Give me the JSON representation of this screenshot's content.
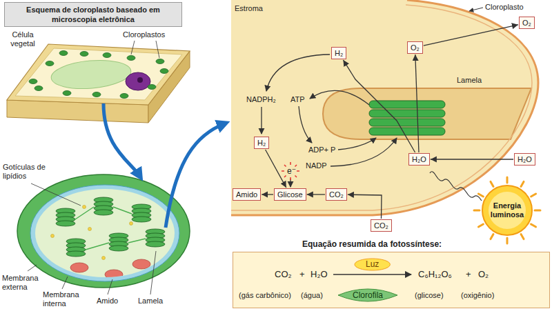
{
  "diagram": {
    "nodes": [
      {
        "text": [
          "Esquema de cloroplasto baseado em microscopia eletrônica"
        ]
      },
      {
        "text": [
          "H₂"
        ]
      },
      {
        "text": [
          "O₂"
        ]
      },
      {
        "text": [
          "O₂"
        ]
      },
      {
        "text": [
          "H₂"
        ]
      },
      {
        "text": [
          "H₂O"
        ]
      },
      {
        "text": [
          "H₂O"
        ]
      },
      {
        "text": [
          "Amido"
        ]
      },
      {
        "text": [
          "Glicose"
        ]
      },
      {
        "text": [
          "CO₂"
        ]
      },
      {
        "text": [
          "CO₂"
        ]
      },
      {
        "text": [
          "Energia luminosa"
        ]
      },
      {
        "text": [
          "Equação resumida da fotossíntese:",
          "CO₂",
          "+",
          "H₂O",
          "C₆H₁₂O₆",
          "+",
          "O₂",
          "(gás carbônico)",
          "(água)",
          "(glicose)",
          "(oxigênio)"
        ]
      },
      {
        "text": [
          "Luz"
        ],
        "in": 12
      },
      {
        "text": [
          "Clorofila"
        ],
        "in": 12
      }
    ],
    "edges": [
      {
        "from": 6,
        "to": 5,
        "arrow": "to"
      },
      {
        "from": 5,
        "to": 2,
        "arrow": "to"
      },
      {
        "from": 5,
        "to": 1,
        "arrow": "to"
      },
      {
        "from": 2,
        "to": 3,
        "arrow": "to"
      },
      {
        "from": 4,
        "to": 8,
        "arrow": "to"
      },
      {
        "from": 10,
        "to": 9,
        "arrow": "to"
      },
      {
        "from": 9,
        "to": 8,
        "arrow": "to"
      },
      {
        "from": 8,
        "to": 7,
        "arrow": "to"
      }
    ],
    "labels": [
      "Célula vegetal",
      "Cloroplastos",
      "Gotículas de lipídios",
      "Membrana externa",
      "Membrana interna",
      "Amido",
      "Lamela",
      "Estroma",
      "Cloroplasto",
      "Lamela",
      "NADPH₂",
      "ATP",
      "ADP+ P",
      "NADP",
      "e⁻"
    ]
  }
}
